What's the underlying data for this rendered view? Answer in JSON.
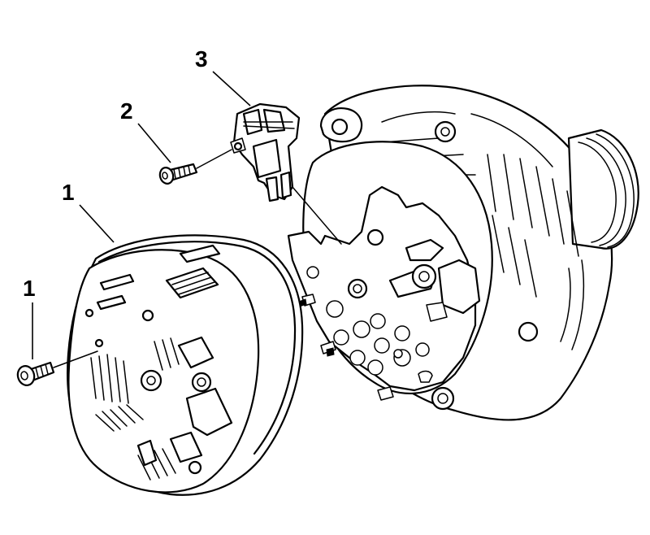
{
  "callouts": {
    "cover_label": "1",
    "bolt_label": "1",
    "screw_label": "2",
    "regulator_label": "3"
  }
}
